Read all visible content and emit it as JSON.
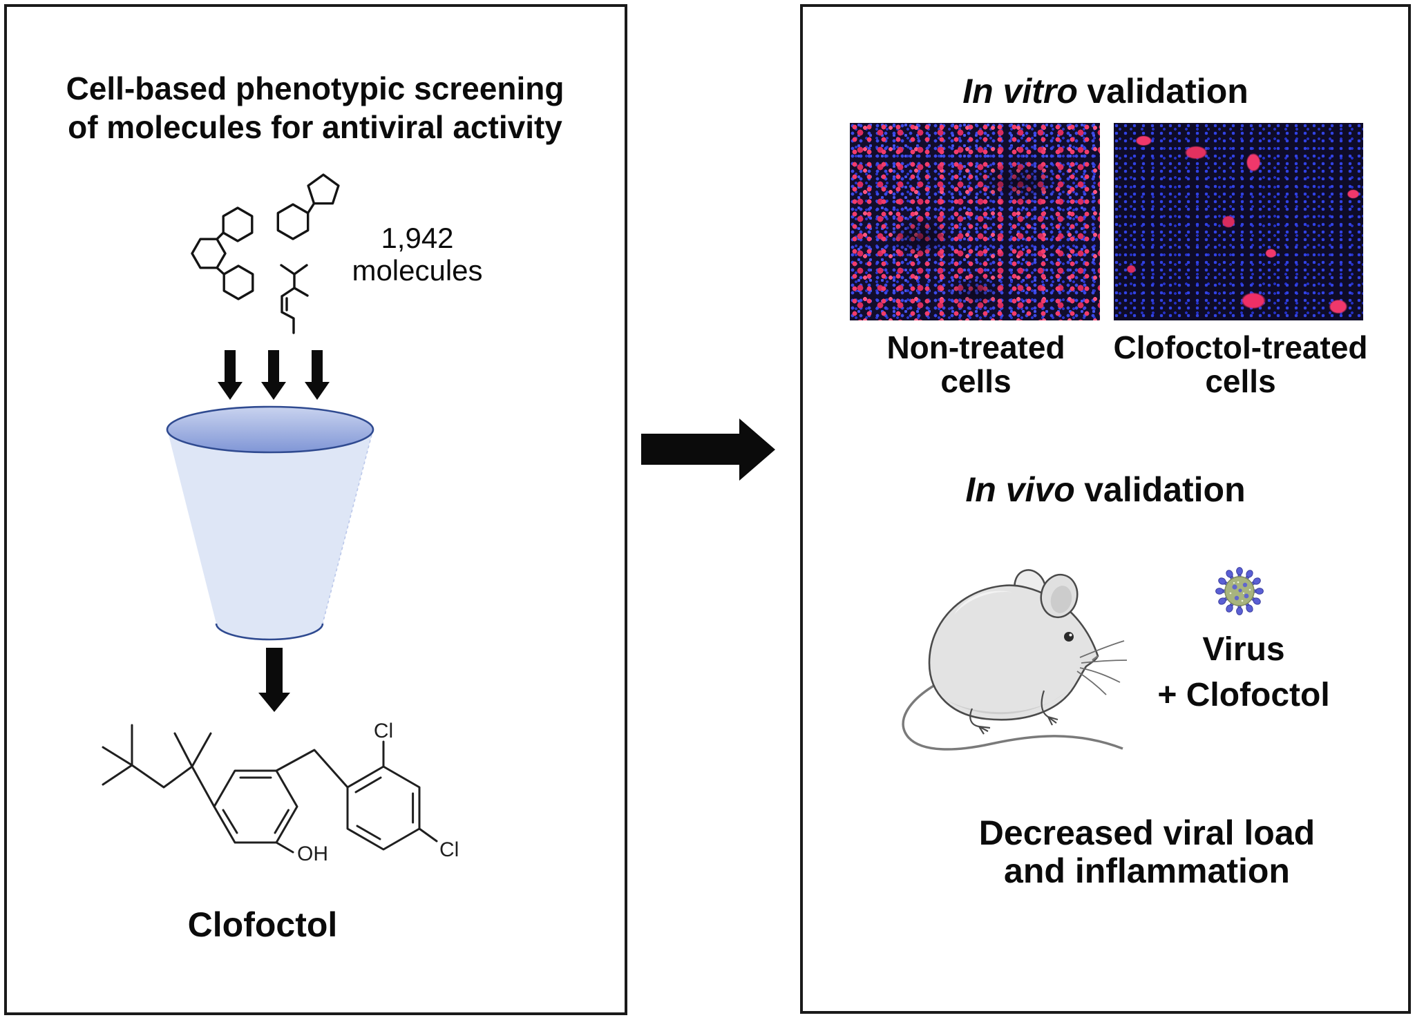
{
  "left_panel": {
    "title_line1": "Cell-based phenotypic screening",
    "title_line2": "of molecules for antiviral activity",
    "library_count": "1,942",
    "library_unit": "molecules",
    "compound_name": "Clofoctol",
    "structure_labels": {
      "cl_top": "Cl",
      "cl_bottom": "Cl",
      "hydroxyl": "OH"
    }
  },
  "right_panel": {
    "in_vitro_heading": {
      "italic": "In vitro",
      "rest": "validation"
    },
    "image_labels": {
      "non_treated_line1": "Non-treated",
      "non_treated_line2": "cells",
      "treated_line1": "Clofoctol-treated",
      "treated_line2": "cells"
    },
    "in_vivo_heading": {
      "italic": "In vivo",
      "rest": "validation"
    },
    "virus_label_line1": "Virus",
    "virus_label_line2": "+ Clofoctol",
    "outcome_line1": "Decreased viral load",
    "outcome_line2": "and inflammation"
  },
  "icons": {
    "molecule_sketches": "molecule-structures",
    "funnel": "screening-funnel",
    "triple_arrows": "triple-down-arrows",
    "funnel_output_arrow": "down-arrow",
    "flow_arrow": "right-arrow",
    "mouse": "mouse-illustration",
    "virus": "coronavirus-icon",
    "micro_left": "fluorescence-micrograph-untreated",
    "micro_right": "fluorescence-micrograph-treated"
  },
  "colors": {
    "panel_border": "#1a1a1a",
    "arrow_black": "#0b0b0b",
    "funnel_body": "#dee6f6",
    "funnel_rim_top": "#c9d3ef",
    "funnel_rim_bottom": "#8096d6",
    "funnel_outline": "#2f4a90",
    "micro_bg": "#120d2c",
    "micro_blue": "#3b49e8",
    "micro_red": "#f03a6a",
    "virus_body": "#a8b47e",
    "virus_spikes": "#5a5fd4",
    "mouse_fill": "#e3e3e3",
    "mouse_outline": "#4a4a4a"
  }
}
